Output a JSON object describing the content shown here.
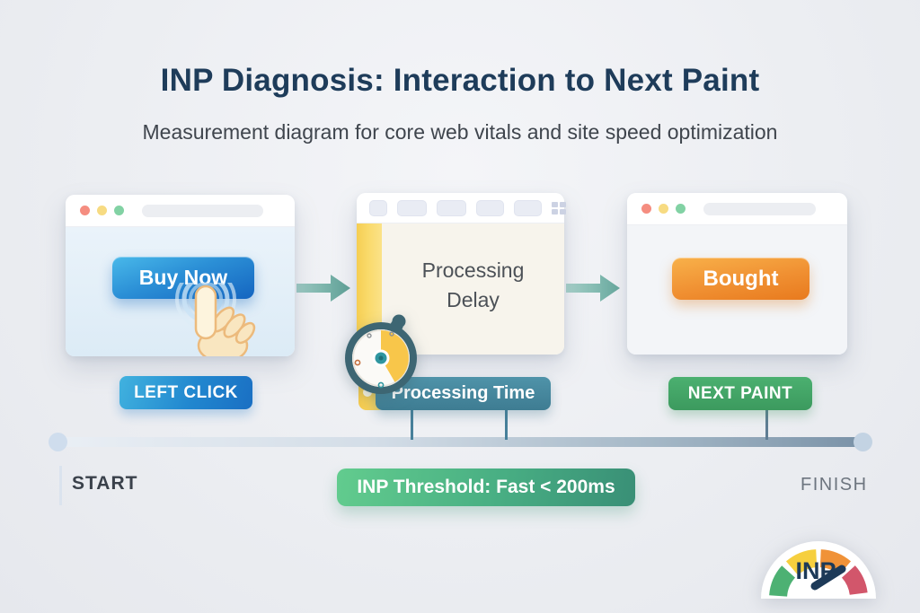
{
  "header": {
    "title": "INP Diagnosis: Interaction to Next Paint",
    "subtitle": "Measurement diagram for core web vitals and site speed optimization"
  },
  "stages": [
    {
      "name": "interaction",
      "button_label": "Buy Now",
      "badge_label": "LEFT CLICK"
    },
    {
      "name": "processing",
      "window_text": "Processing Delay",
      "badge_label": "Processing Time"
    },
    {
      "name": "next-paint",
      "button_label": "Bought",
      "badge_label": "NEXT PAINT"
    }
  ],
  "timeline": {
    "start_label": "START",
    "finish_label": "FINISH",
    "threshold_badge": "INP Threshold: Fast < 200ms"
  },
  "gauge": {
    "label": "INP",
    "segment_colors": [
      "#4db173",
      "#f6cf3e",
      "#f09238",
      "#d2566b"
    ]
  },
  "palette": {
    "title_navy": "#1e3c5a",
    "buy_now_blue": "#2b8fd6",
    "bought_orange": "#f09032",
    "left_click_blue": "#2187cf",
    "processing_teal": "#46889e",
    "next_paint_green": "#44a567",
    "threshold_green": "#48ae83",
    "timeline_slate": "#7b93a8",
    "sidebar_yellow": "#f9d968"
  }
}
